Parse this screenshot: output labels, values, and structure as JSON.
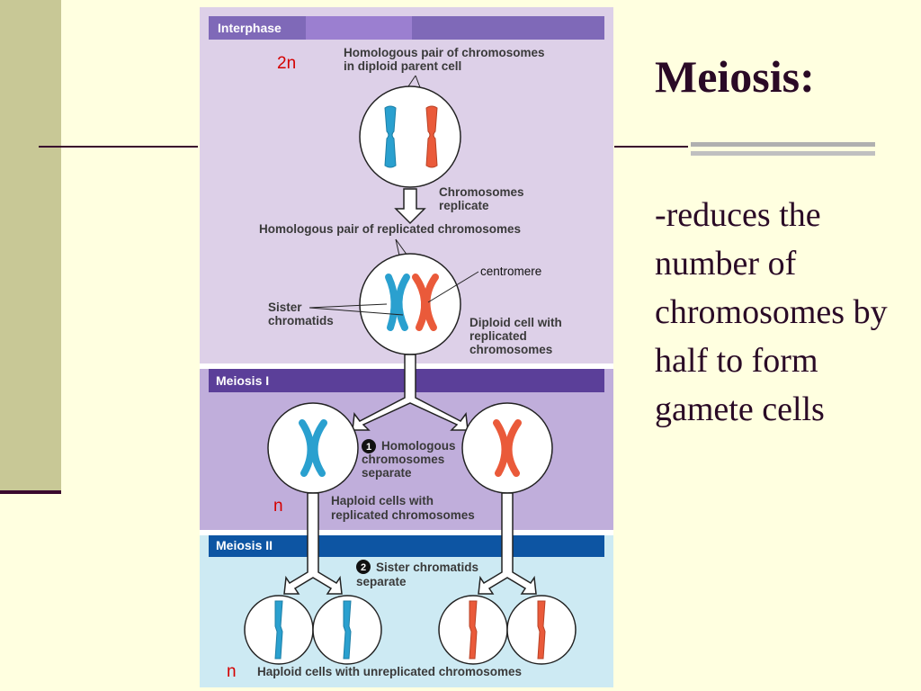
{
  "slide": {
    "title": "Meiosis:",
    "body": "-reduces the number of chromosomes by half to form gamete cells"
  },
  "diagram": {
    "headers": {
      "interphase": "Interphase",
      "meiosis1": "Meiosis I",
      "meiosis2": "Meiosis II"
    },
    "ploidy": {
      "diploid": "2n",
      "haploid1": "n",
      "haploid2": "n"
    },
    "labels": {
      "homologous_pair_line1": "Homologous pair of chromosomes",
      "homologous_pair_line2": "in diploid parent cell",
      "replicate_line1": "Chromosomes",
      "replicate_line2": "replicate",
      "replicated_pair": "Homologous pair of replicated chromosomes",
      "centromere": "centromere",
      "sister_line1": "Sister",
      "sister_line2": "chromatids",
      "diploid_line1": "Diploid cell with",
      "diploid_line2": "replicated",
      "diploid_line3": "chromosomes",
      "step1_number": "1",
      "step1_line1": "Homologous",
      "step1_line2": "chromosomes",
      "step1_line3": "separate",
      "haploid_line1": "Haploid cells with",
      "haploid_line2": "replicated chromosomes",
      "step2_number": "2",
      "step2_line1": "Sister chromatids",
      "step2_line2": "separate",
      "final": "Haploid cells with unreplicated chromosomes"
    },
    "colors": {
      "interphase_bg": "#ddd0e8",
      "meiosis1_bg": "#c0aedb",
      "meiosis2_bg": "#cdeaf3",
      "interphase_header": "#7f69b8",
      "meiosis1_header": "#5b3f99",
      "meiosis2_header": "#0d55a3",
      "blue_chromosome": "#2aa0cf",
      "red_chromosome": "#ea5a3a"
    }
  }
}
